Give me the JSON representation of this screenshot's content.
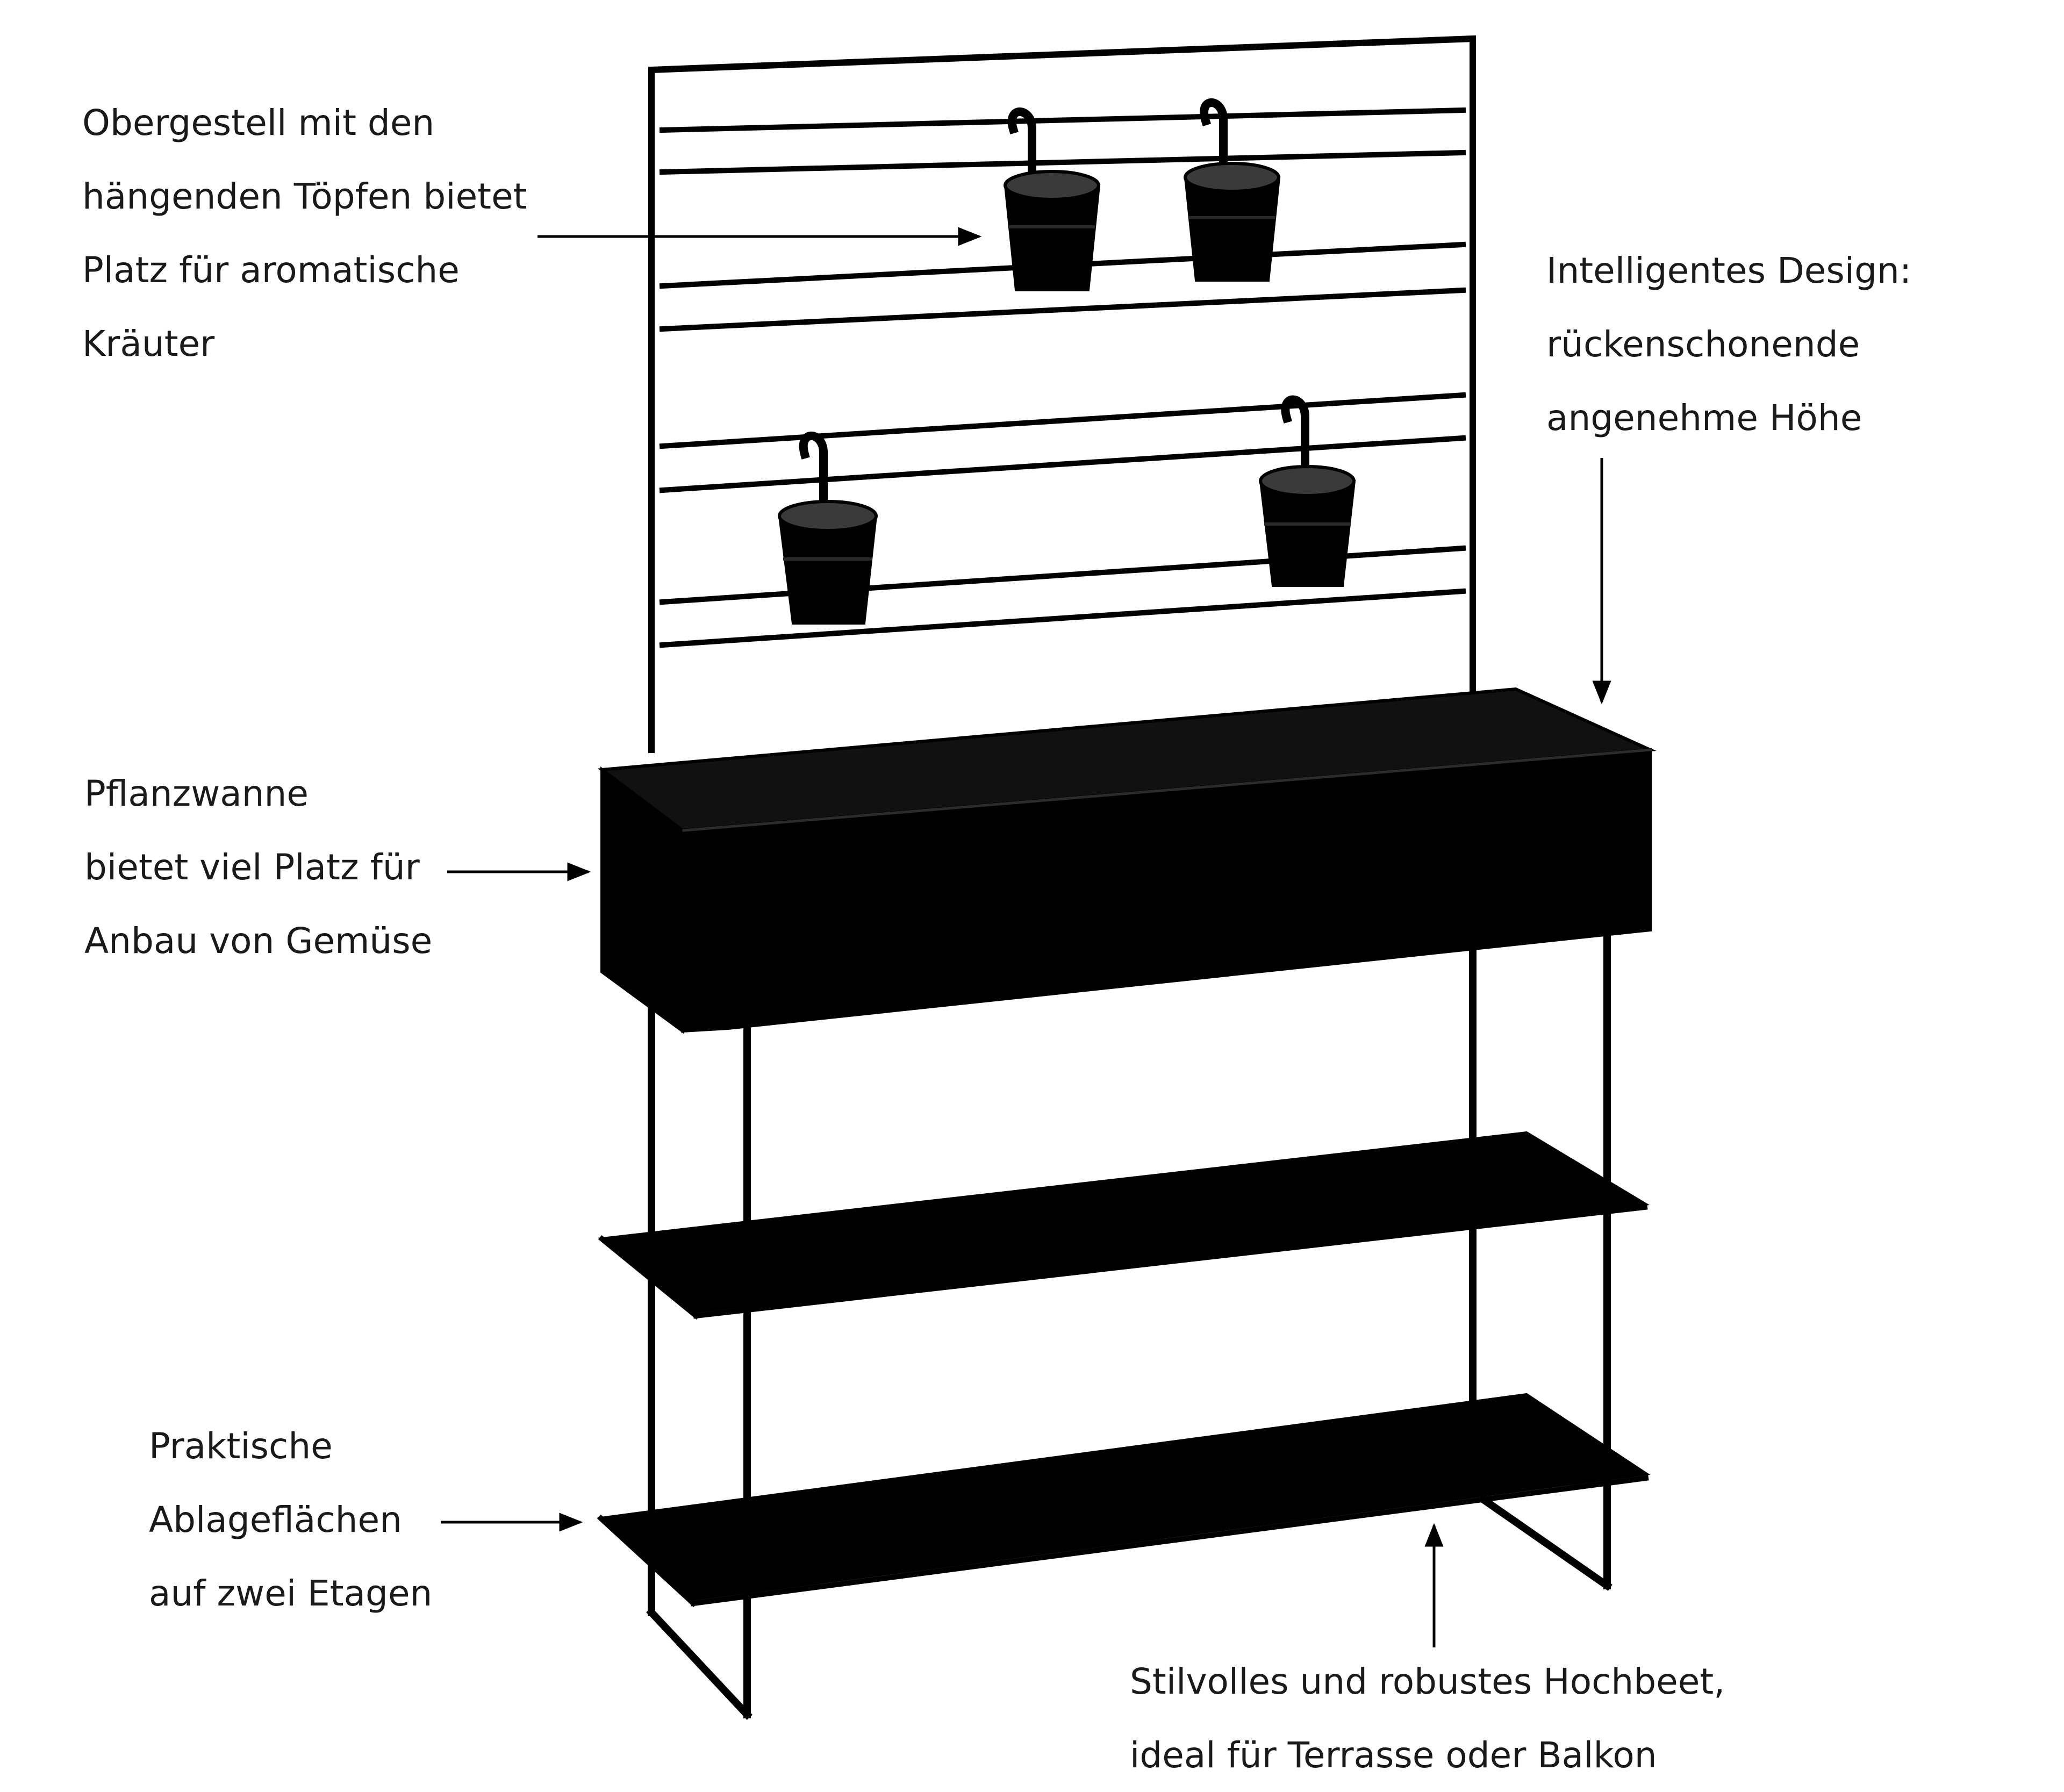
{
  "image": {
    "subject": "Metall-Hochbeet mit Rankgitter, Pflanzwanne, zwei Ablageflächen und vier hängenden Töpfen",
    "background_color": "#ffffff",
    "product_color": "#000000",
    "hanging_pot_count": 4,
    "shelf_count": 2
  },
  "callouts": {
    "top_frame": {
      "lines": [
        "Obergestell mit den",
        "hängenden Töpfen bietet",
        "Platz für aromatische",
        "Kräuter"
      ]
    },
    "design": {
      "lines": [
        "Intelligentes Design:",
        "rückenschonende",
        "angenehme Höhe"
      ]
    },
    "planter": {
      "lines": [
        "Pflanzwanne",
        "bietet viel Platz für",
        "Anbau von Gemüse"
      ]
    },
    "shelves": {
      "lines": [
        "Praktische",
        "Ablageflächen",
        "auf zwei Etagen"
      ]
    },
    "bed": {
      "lines": [
        "Stilvolles und robustes Hochbeet,",
        "ideal für Terrasse oder Balkon"
      ]
    }
  }
}
